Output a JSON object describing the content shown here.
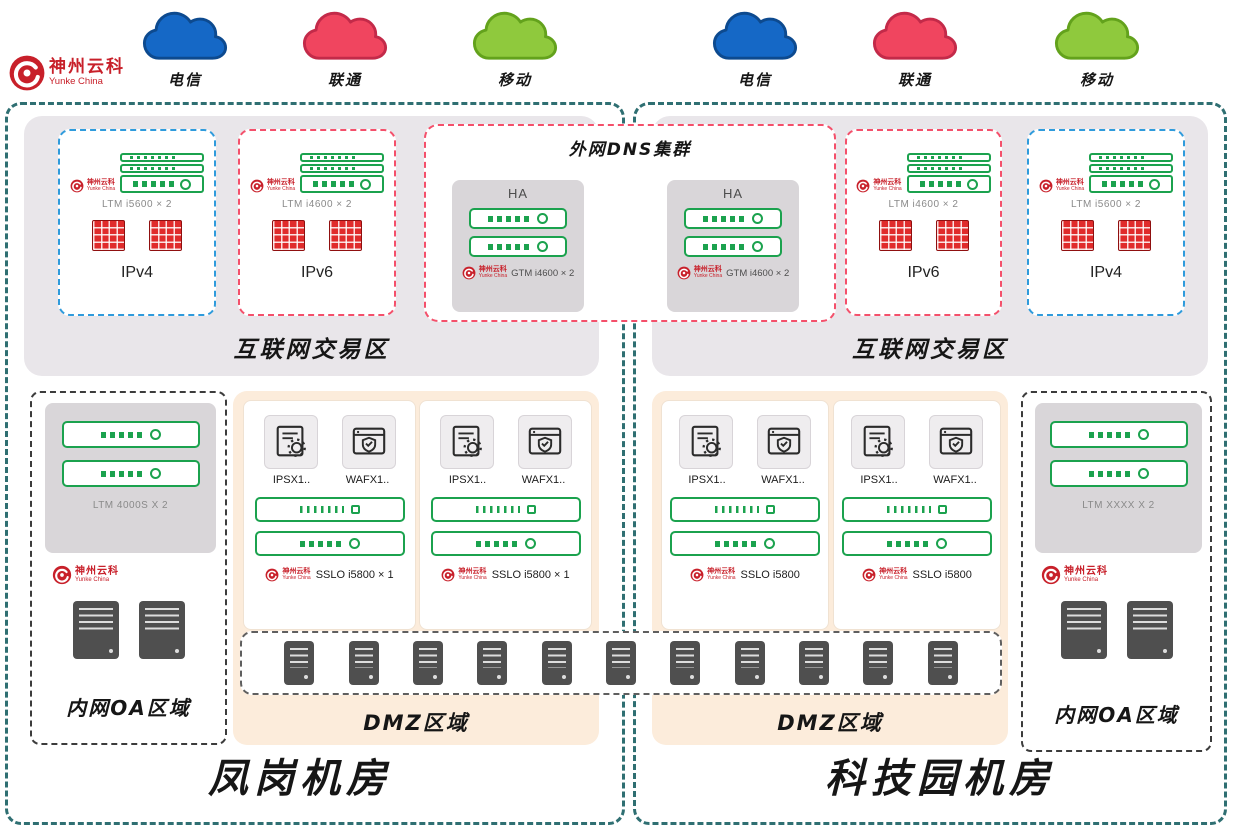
{
  "logo": {
    "title": "神州云科",
    "subtitle": "Yunke China"
  },
  "colors": {
    "brand_red": "#c8202a",
    "dc_border": "#2f6f72",
    "zone_gray": "#e9e6ea",
    "dmz_peach": "#fcecdb",
    "ipv4_blue": "#2f9bdc",
    "ipv6_red": "#f4506b",
    "device_green": "#1ba24e",
    "firewall_red": "#e02b2b",
    "cloud_telecom": "#1568c6",
    "cloud_unicom": "#f0455f",
    "cloud_mobile": "#8fc93d"
  },
  "clouds": {
    "left": [
      {
        "label": "电信"
      },
      {
        "label": "联通"
      },
      {
        "label": "移动"
      }
    ],
    "right": [
      {
        "label": "电信"
      },
      {
        "label": "联通"
      },
      {
        "label": "移动"
      }
    ]
  },
  "dns_cluster": {
    "title": "外网DNS集群",
    "ha": {
      "label": "HA",
      "device": "GTM i4600 × 2"
    }
  },
  "left_dc": {
    "name": "凤岗机房",
    "internet_zone": {
      "title": "互联网交易区",
      "ipv4": {
        "device": "LTM i5600 × 2",
        "label": "IPv4"
      },
      "ipv6": {
        "device": "LTM i4600 × 2",
        "label": "IPv6"
      }
    },
    "oa_zone": {
      "device": "LTM 4000S X 2",
      "label": "内网OA区域"
    },
    "dmz": {
      "label": "DMZ区域",
      "stacks": [
        {
          "ips": "IPSX1..",
          "waf": "WAFX1..",
          "sslo": "SSLO i5800 × 1"
        },
        {
          "ips": "IPSX1..",
          "waf": "WAFX1..",
          "sslo": "SSLO i5800 × 1"
        }
      ]
    }
  },
  "right_dc": {
    "name": "科技园机房",
    "internet_zone": {
      "title": "互联网交易区",
      "ipv6": {
        "device": "LTM i4600 × 2",
        "label": "IPv6"
      },
      "ipv4": {
        "device": "LTM i5600 × 2",
        "label": "IPv4"
      }
    },
    "oa_zone": {
      "device": "LTM XXXX X 2",
      "label": "内网OA区域"
    },
    "dmz": {
      "label": "DMZ区域",
      "stacks": [
        {
          "ips": "IPSX1..",
          "waf": "WAFX1..",
          "sslo": "SSLO i5800"
        },
        {
          "ips": "IPSX1..",
          "waf": "WAFX1..",
          "sslo": "SSLO i5800"
        }
      ]
    }
  }
}
